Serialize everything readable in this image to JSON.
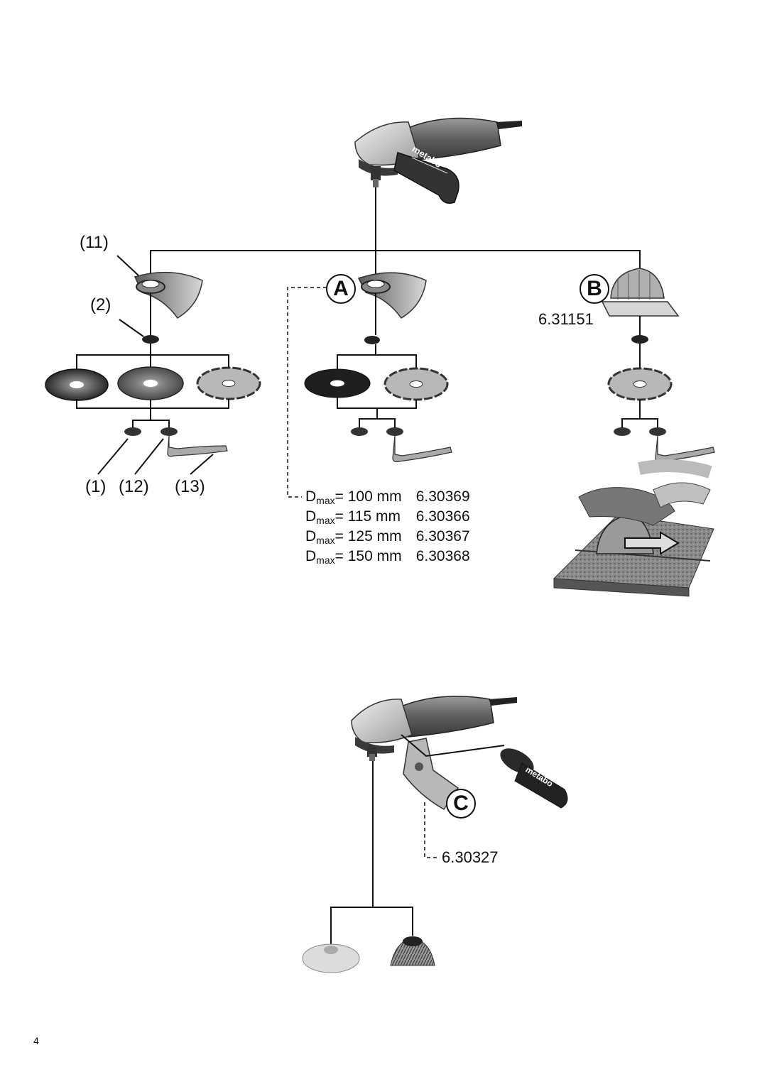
{
  "labels": {
    "guard_ref": "(11)",
    "flange_ref": "(2)",
    "bottom_refs": [
      "(1)",
      "(12)",
      "(13)"
    ]
  },
  "markers": {
    "a": "A",
    "b": "B",
    "c": "C"
  },
  "part_numbers": {
    "cutting_guard": "6.31151",
    "support_plate": "6.30327"
  },
  "dmax_table": [
    {
      "prefix": "D",
      "sub": "max",
      "eq": "=",
      "size": "100 mm",
      "code": "6.30369"
    },
    {
      "prefix": "D",
      "sub": "max",
      "eq": "=",
      "size": "115 mm",
      "code": "6.30366"
    },
    {
      "prefix": "D",
      "sub": "max",
      "eq": "=",
      "size": "125 mm",
      "code": "6.30367"
    },
    {
      "prefix": "D",
      "sub": "max",
      "eq": "=",
      "size": "150 mm",
      "code": "6.30368"
    }
  ],
  "brand_text": "metabo",
  "page_number": "4",
  "colors": {
    "ink": "#111111",
    "tool_body": "#6a6a6a",
    "tool_light": "#c8c8c8",
    "dark": "#2a2a2a"
  }
}
